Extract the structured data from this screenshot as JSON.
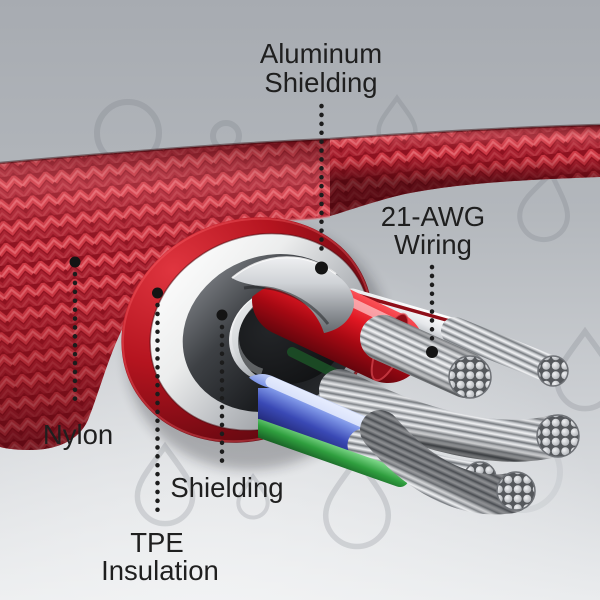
{
  "image_type": "product-cutaway-diagram",
  "subject": "braided charging cable cross-section",
  "labels": {
    "aluminum_shielding": {
      "line1": "Aluminum",
      "line2": "Shielding"
    },
    "awg_wiring": {
      "line1": "21-AWG",
      "line2": "Wiring"
    },
    "nylon": {
      "line1": "Nylon"
    },
    "shielding": {
      "line1": "Shielding"
    },
    "tpe_insulation": {
      "line1": "TPE",
      "line2": "Insulation"
    }
  },
  "colors": {
    "background_top": "#a8acb2",
    "background_bottom": "#e9ebed",
    "braid_red": "#b5212e",
    "jacket_red": "#a11420",
    "tpe_white": "#e8e9eb",
    "shielding_dark": "#26282b",
    "aluminum_silver": "#d9dbde",
    "wire_red": "#c20d17",
    "wire_blue": "#4455c0",
    "wire_green": "#2f9e3e",
    "strand_silver": "#cfd2d5",
    "label_text": "#1f1f1f",
    "leader_line": "#1c1c1c"
  }
}
